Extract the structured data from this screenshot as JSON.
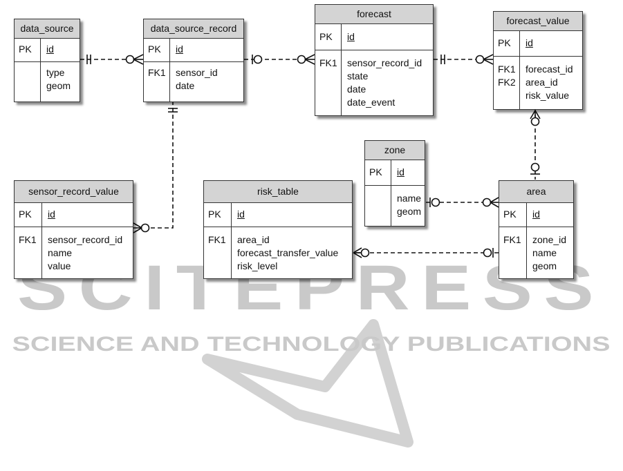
{
  "watermark": {
    "brand": "SCITEPRESS",
    "tagline": "SCIENCE AND TECHNOLOGY PUBLICATIONS"
  },
  "entities": {
    "data_source": {
      "title": "data_source",
      "pk_label": "PK",
      "pk": "id",
      "fk_label": "",
      "fields": [
        "type",
        "geom"
      ]
    },
    "data_source_record": {
      "title": "data_source_record",
      "pk_label": "PK",
      "pk": "id",
      "fk_label": "FK1",
      "fields": [
        "sensor_id",
        "date"
      ]
    },
    "forecast": {
      "title": "forecast",
      "pk_label": "PK",
      "pk": "id",
      "fk_label": "FK1",
      "fields": [
        "sensor_record_id",
        "state",
        "date",
        "date_event"
      ]
    },
    "forecast_value": {
      "title": "forecast_value",
      "pk_label": "PK",
      "pk": "id",
      "fk_labels": [
        "FK1",
        "FK2"
      ],
      "fields": [
        "forecast_id",
        "area_id",
        "risk_value"
      ]
    },
    "zone": {
      "title": "zone",
      "pk_label": "PK",
      "pk": "id",
      "fk_label": "",
      "fields": [
        "name",
        "geom"
      ]
    },
    "sensor_record_value": {
      "title": "sensor_record_value",
      "pk_label": "PK",
      "pk": "id",
      "fk_label": "FK1",
      "fields": [
        "sensor_record_id",
        "name",
        "value"
      ]
    },
    "risk_table": {
      "title": "risk_table",
      "pk_label": "PK",
      "pk": "id",
      "fk_label": "FK1",
      "fields": [
        "area_id",
        "forecast_transfer_value",
        "risk_level"
      ]
    },
    "area": {
      "title": "area",
      "pk_label": "PK",
      "pk": "id",
      "fk_label": "FK1",
      "fields": [
        "zone_id",
        "name",
        "geom"
      ]
    }
  }
}
